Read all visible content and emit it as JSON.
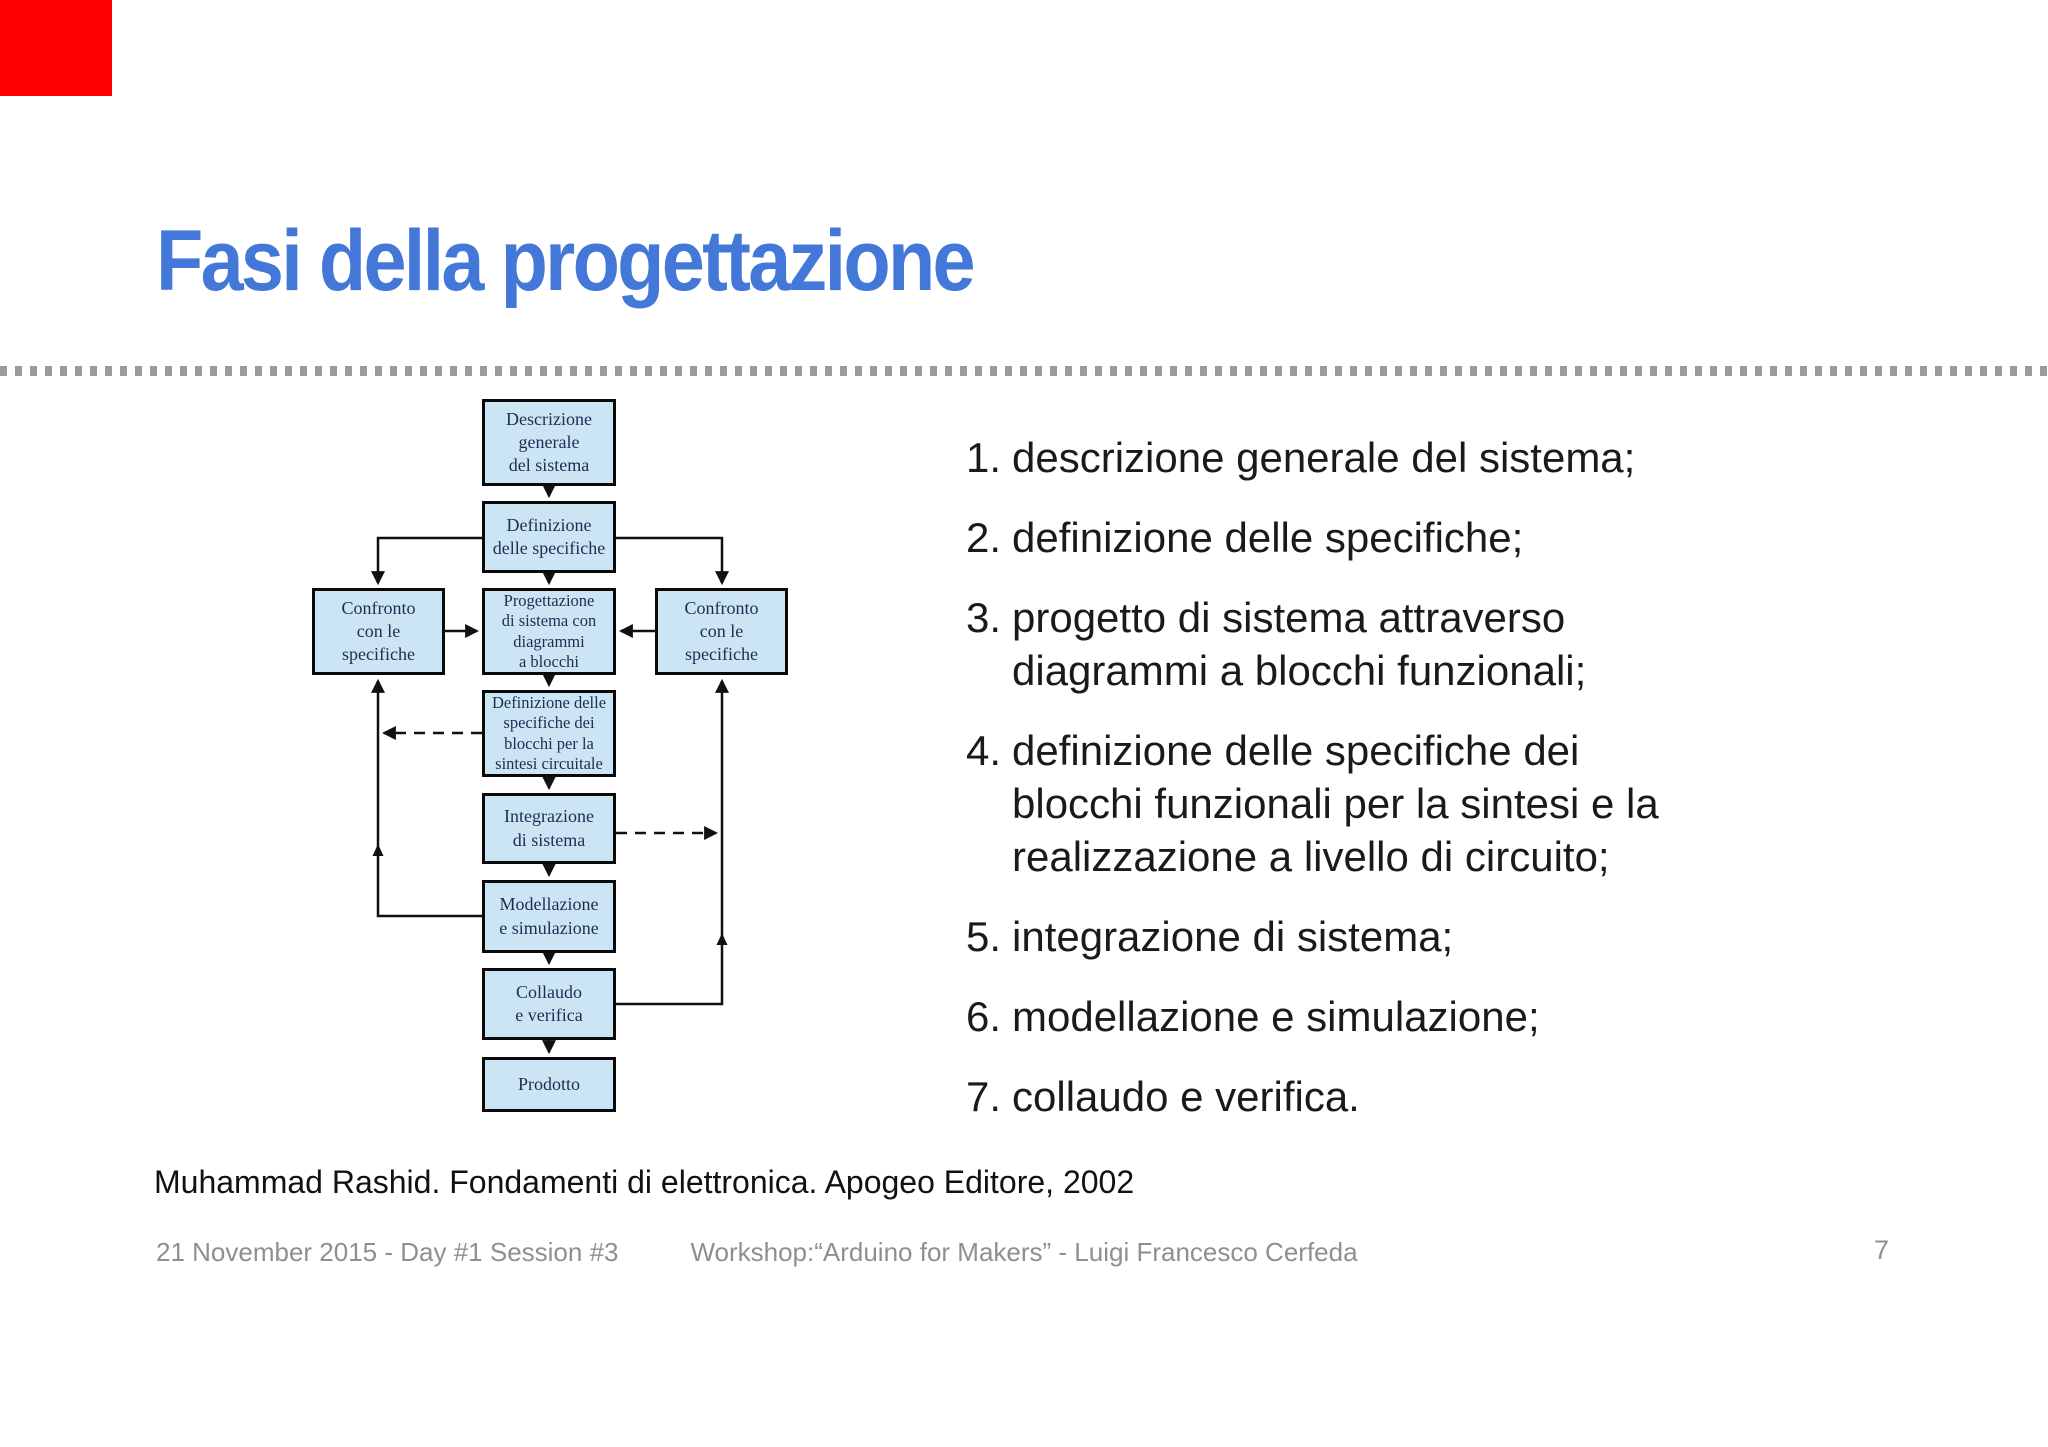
{
  "slide": {
    "title": "Fasi della progettazione",
    "title_color": "#4478d8",
    "accent_bar_color": "#fe0000",
    "divider_color": "#9b9b9b",
    "background_color": "#ffffff"
  },
  "flowchart": {
    "box_fill": "#cbe5f5",
    "box_border": "#0a0a0a",
    "box_text_color": "#1f2d52",
    "boxes": [
      {
        "label": "Descrizione\ngenerale\ndel sistema"
      },
      {
        "label": "Definizione\ndelle specifiche"
      },
      {
        "label": "Confronto\ncon le\nspecifiche"
      },
      {
        "label": "Progettazione\ndi sistema con\ndiagrammi\na blocchi"
      },
      {
        "label": "Confronto\ncon le\nspecifiche"
      },
      {
        "label": "Definizione delle\nspecifiche dei\nblocchi per la\nsintesi circuitale"
      },
      {
        "label": "Integrazione\ndi sistema"
      },
      {
        "label": "Modellazione\ne simulazione"
      },
      {
        "label": "Collaudo\ne verifica"
      },
      {
        "label": "Prodotto"
      }
    ]
  },
  "list": {
    "items": [
      {
        "num": "1.",
        "text": "descrizione generale del sistema;"
      },
      {
        "num": "2.",
        "text": "definizione delle specifiche;"
      },
      {
        "num": "3.",
        "text": "progetto di sistema attraverso\ndiagrammi a blocchi funzionali;"
      },
      {
        "num": "4.",
        "text": "definizione delle specifiche dei\nblocchi funzionali per la sintesi e la\nrealizzazione a livello di circuito;"
      },
      {
        "num": "5.",
        "text": "integrazione di sistema;"
      },
      {
        "num": "6.",
        "text": "modellazione e simulazione;"
      },
      {
        "num": "7.",
        "text": "collaudo e verifica."
      }
    ]
  },
  "citation": "Muhammad Rashid. Fondamenti di elettronica. Apogeo Editore, 2002",
  "footer": {
    "left": "21 November 2015 - Day #1 Session #3",
    "center": "Workshop:“Arduino for Makers” - Luigi Francesco Cerfeda",
    "page": "7"
  }
}
